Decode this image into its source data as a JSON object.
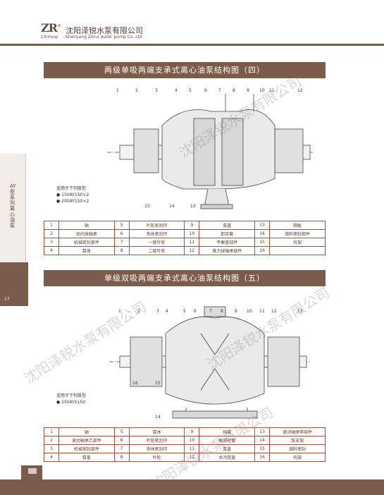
{
  "header": {
    "logo_mark": "ZR",
    "logo_small": "Z.R.Pump",
    "company_cn": "沈阳泽锐水泵有限公司",
    "company_en": "Shenyang Zerui water pump Co.,Ltd"
  },
  "sidebar": {
    "text": "AY型系列离心油泵",
    "page_number": "17"
  },
  "section1": {
    "title": "两级单吸两端支承式离心油泵结构图（四）",
    "usage_title": "适用于下列泵型",
    "models": [
      "150AY150×2",
      "200AY150×2"
    ],
    "callouts": [
      "1",
      "2",
      "3",
      "4",
      "5",
      "6",
      "7",
      "8",
      "9",
      "10",
      "11",
      "12",
      "13",
      "14",
      "15"
    ],
    "parts": [
      {
        "n": "1",
        "name": "轴",
        "n2": "5",
        "name2": "叶轮密封环",
        "n3": "9",
        "name3": "泵盖",
        "n4": "13",
        "name4": "隔板"
      },
      {
        "n": "2",
        "name": "径向球轴承",
        "n2": "6",
        "name2": "壳体密封环",
        "n3": "10",
        "name3": "卸压套",
        "n4": "14",
        "name4": "填料密封部件"
      },
      {
        "n": "3",
        "name": "机械密封部件",
        "n2": "7",
        "name2": "一级叶轮",
        "n3": "11",
        "name3": "平衡管部件",
        "n4": "15",
        "name4": "托架"
      },
      {
        "n": "4",
        "name": "泵体",
        "n2": "8",
        "name2": "二级叶轮",
        "n3": "12",
        "name3": "推力球轴承部件",
        "n4": "16",
        "name4": ""
      }
    ]
  },
  "section2": {
    "title": "单级双吸两端支承式离心油泵结构图（五）",
    "usage_title": "适用于下列泵型",
    "models": [
      "250AYS150"
    ],
    "callouts": [
      "1",
      "2",
      "3",
      "4",
      "5",
      "6",
      "7",
      "8",
      "9",
      "10",
      "11",
      "12",
      "13",
      "14",
      "15",
      "16"
    ],
    "parts": [
      {
        "n": "1",
        "name": "轴",
        "n2": "5",
        "name2": "泵体",
        "n3": "9",
        "name3": "挡套",
        "n4": "13",
        "name4": "滚动轴承甲部件"
      },
      {
        "n": "2",
        "name": "滚动轴承乙部件",
        "n2": "6",
        "name2": "叶轮密封环",
        "n3": "10",
        "name3": "喉部衬套",
        "n4": "14",
        "name4": "泵支架"
      },
      {
        "n": "3",
        "name": "机械密封部件",
        "n2": "7",
        "name2": "壳体密封环",
        "n3": "11",
        "name3": "泵盖",
        "n4": "15",
        "name4": "填料密封"
      },
      {
        "n": "4",
        "name": "泵盖",
        "n2": "8",
        "name2": "叶轮",
        "n3": "12",
        "name3": "水冷腔盖",
        "n4": "16",
        "name4": "托架"
      }
    ]
  },
  "watermark": "沈阳泽锐水泵有限公司",
  "colors": {
    "brand": "#7b5b4a",
    "table_border": "#a7503f",
    "text": "#5a3a2a"
  }
}
